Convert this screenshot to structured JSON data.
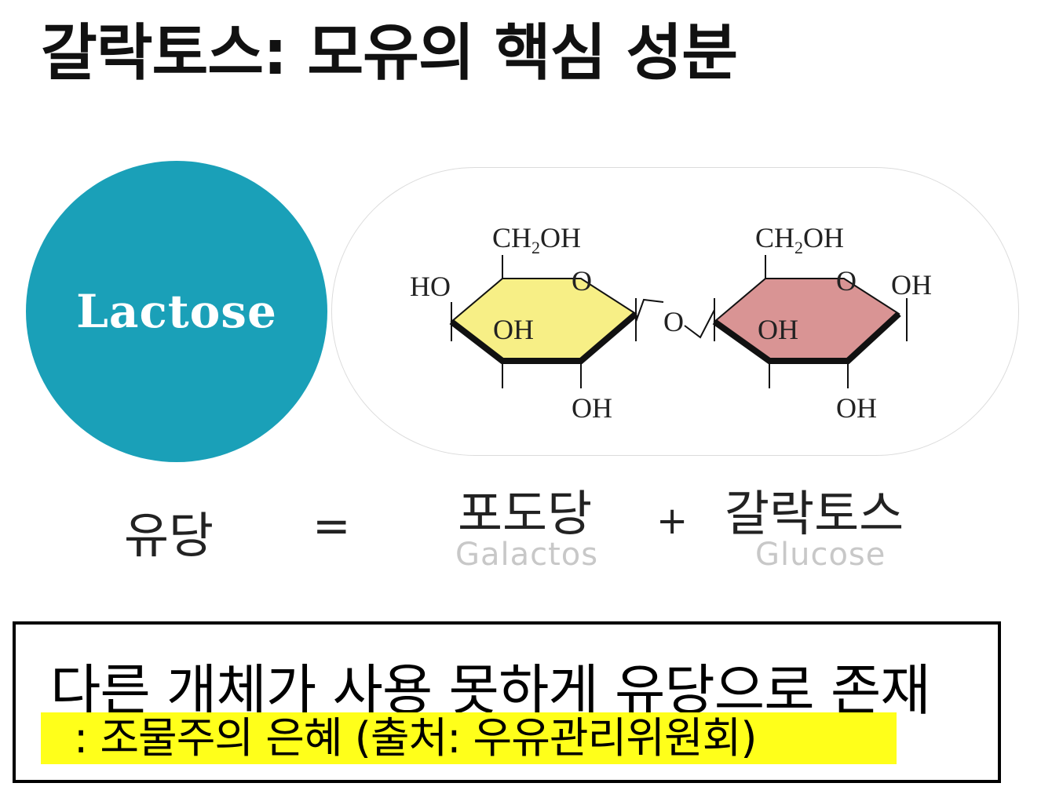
{
  "title": "갈락토스: 모유의 핵심 성분",
  "lactose_label": "Lactose",
  "molecule": {
    "ch2oh_left": "CH",
    "ch2oh_left_sub": "2",
    "ch2oh_left_tail": "OH",
    "ch2oh_right": "CH",
    "ch2oh_right_sub": "2",
    "ch2oh_right_tail": "OH",
    "ho_left": "HO",
    "o_ring_left": "O",
    "oh_ring_left": "OH",
    "oh_bottom_left": "OH",
    "o_link": "O",
    "o_ring_right": "O",
    "oh_right": "OH",
    "oh_ring_right": "OH",
    "oh_bottom_right": "OH",
    "colors": {
      "left_ring": "#f7ef86",
      "right_ring": "#d99494"
    }
  },
  "equation": {
    "lhs": "유당",
    "equals": "=",
    "part1_kr": "포도당",
    "part1_en": "Galactos",
    "plus": "+",
    "part2_kr": "갈락토스",
    "part2_en": "Glucose"
  },
  "note": {
    "line1": "다른 개체가 사용 못하게 유당으로 존재",
    "line2": ": 조물주의 은혜 (출처: 우유관리위원회)",
    "highlight_color": "#ffff1a"
  }
}
